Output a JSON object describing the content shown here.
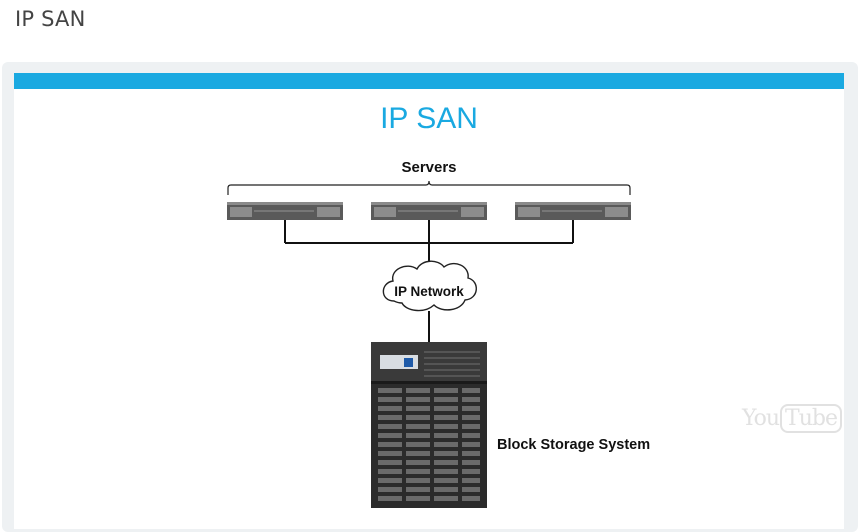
{
  "page": {
    "heading": "IP SAN"
  },
  "slide": {
    "title": "IP SAN",
    "servers_label": "Servers",
    "network_label": "IP Network",
    "storage_label": "Block Storage System",
    "watermark_you": "You",
    "watermark_tube": "Tube"
  },
  "colors": {
    "accent": "#1aa9e1",
    "heading_text": "#444444",
    "frame_bg": "#eef1f3"
  }
}
